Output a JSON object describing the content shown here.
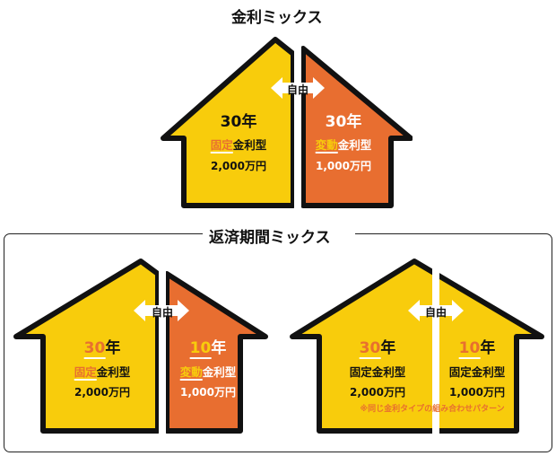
{
  "colors": {
    "yellow": "#f8cc0c",
    "orange": "#e86e30",
    "black": "#111111",
    "accent_text": "#e8702f"
  },
  "section1": {
    "title": "金利ミックス",
    "arrow_label": "自由",
    "left": {
      "years_num": "30",
      "years_unit": "年",
      "type_hl": "固定",
      "type_rest": "金利型",
      "amount": "2,000万円"
    },
    "right": {
      "years_num": "30",
      "years_unit": "年",
      "type_hl": "変動",
      "type_rest": "金利型",
      "amount": "1,000万円"
    }
  },
  "section2": {
    "title": "返済期間ミックス",
    "house_a": {
      "arrow_label": "自由",
      "left": {
        "years_num": "30",
        "years_unit": "年",
        "type_hl": "固定",
        "type_rest": "金利型",
        "amount": "2,000万円"
      },
      "right": {
        "years_num": "10",
        "years_unit": "年",
        "type_hl": "変動",
        "type_rest": "金利型",
        "amount": "1,000万円"
      }
    },
    "house_b": {
      "arrow_label": "自由",
      "left": {
        "years_num": "30",
        "years_unit": "年",
        "type": "固定金利型",
        "amount": "2,000万円"
      },
      "right": {
        "years_num": "10",
        "years_unit": "年",
        "type": "固定金利型",
        "amount": "1,000万円"
      },
      "note": "※同じ金利タイプの組み合わせパターン"
    }
  }
}
